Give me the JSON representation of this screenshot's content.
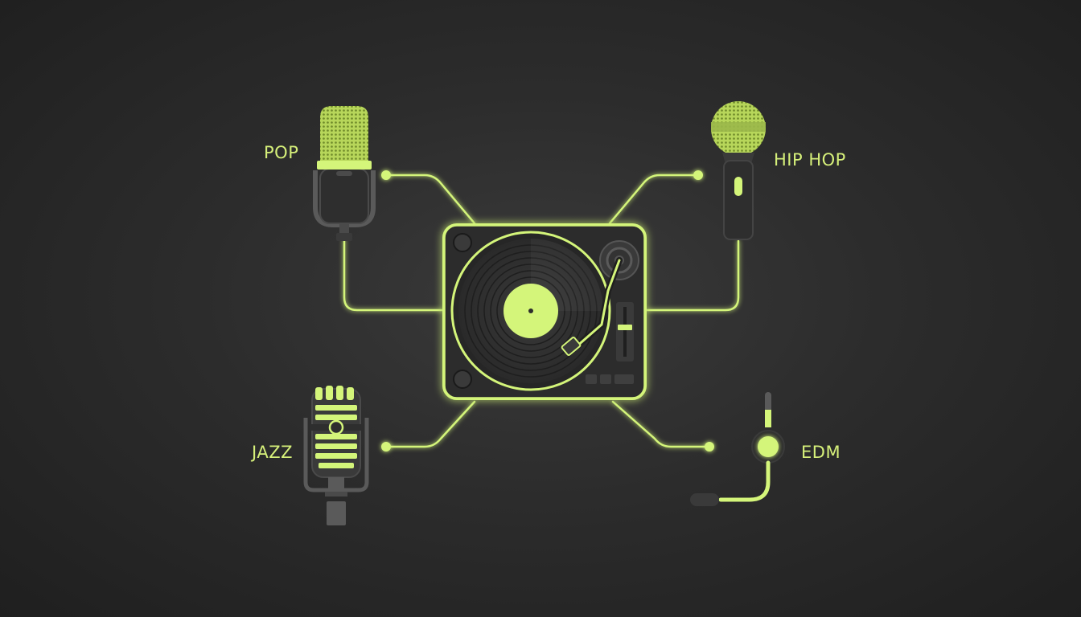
{
  "colors": {
    "background": "#2a2a2a",
    "accent": "#d4f57a",
    "device_dark": "#2e2e2e",
    "device_gray": "#5a5a5a"
  },
  "genres": [
    {
      "id": "pop",
      "label": "POP",
      "icon": "condenser-microphone-icon"
    },
    {
      "id": "hiphop",
      "label": "HIP HOP",
      "icon": "handheld-microphone-icon"
    },
    {
      "id": "jazz",
      "label": "JAZZ",
      "icon": "vintage-ribbon-microphone-icon"
    },
    {
      "id": "edm",
      "label": "EDM",
      "icon": "headset-microphone-icon"
    }
  ],
  "center": {
    "icon": "turntable-icon"
  }
}
